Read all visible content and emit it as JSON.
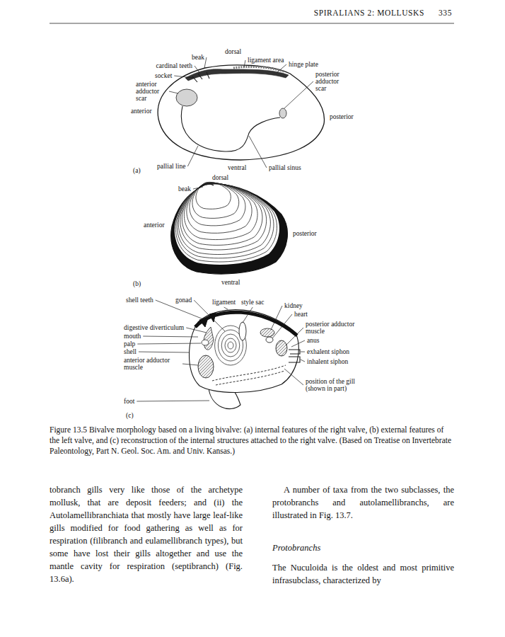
{
  "diagram": {
    "caption": "Figure 13.5 Bivalve morphology based on a living bivalve: (a) internal features of the right valve, (b) external features of the left valve, and (c) reconstruction of the internal structures attached to the right valve. (Based on Treatise on Invertebrate Paleontology, Part N. Geol. Soc. Am. and Univ. Kansas.)",
    "labels": [
      "SPIRALIANS 2: MOLLUSKS",
      "335",
      "beak",
      "dorsal",
      "ligament area",
      "cardinal teeth",
      "hinge plate",
      "socket",
      "posterior adductor scar",
      "anterior adductor scar",
      "anterior",
      "posterior",
      "pallial line",
      "pallial sinus",
      "ventral",
      "(a)",
      "dorsal",
      "beak",
      "anterior",
      "posterior",
      "ventral",
      "(b)",
      "shell teeth",
      "gonad",
      "ligament",
      "style sac",
      "kidney",
      "heart",
      "digestive diverticulum",
      "posterior adductor muscle",
      "mouth",
      "anus",
      "palp",
      "shell",
      "exhalent siphon",
      "anterior adductor muscle",
      "inhalent siphon",
      "position of the gill (shown in part)",
      "foot",
      "(c)",
      "tobranch gills very like those of the archetype mollusk, that are deposit feeders; and (ii) the Autolamellibranchiata that mostly have large leaf-like gills modified for food gathering as well as for respiration (filibranch and eulamellibranch types), but some have lost their gills altogether and use the mantle cavity for respiration (septibranch) (Fig. 13.6a).",
      "A number of taxa from the two subclasses, the protobranchs and autolamellibranchs, are illustrated in Fig. 13.7.",
      "Protobranchs",
      "The Nuculoida is the oldest and most primitive infrasubclass, characterized by"
    ]
  }
}
